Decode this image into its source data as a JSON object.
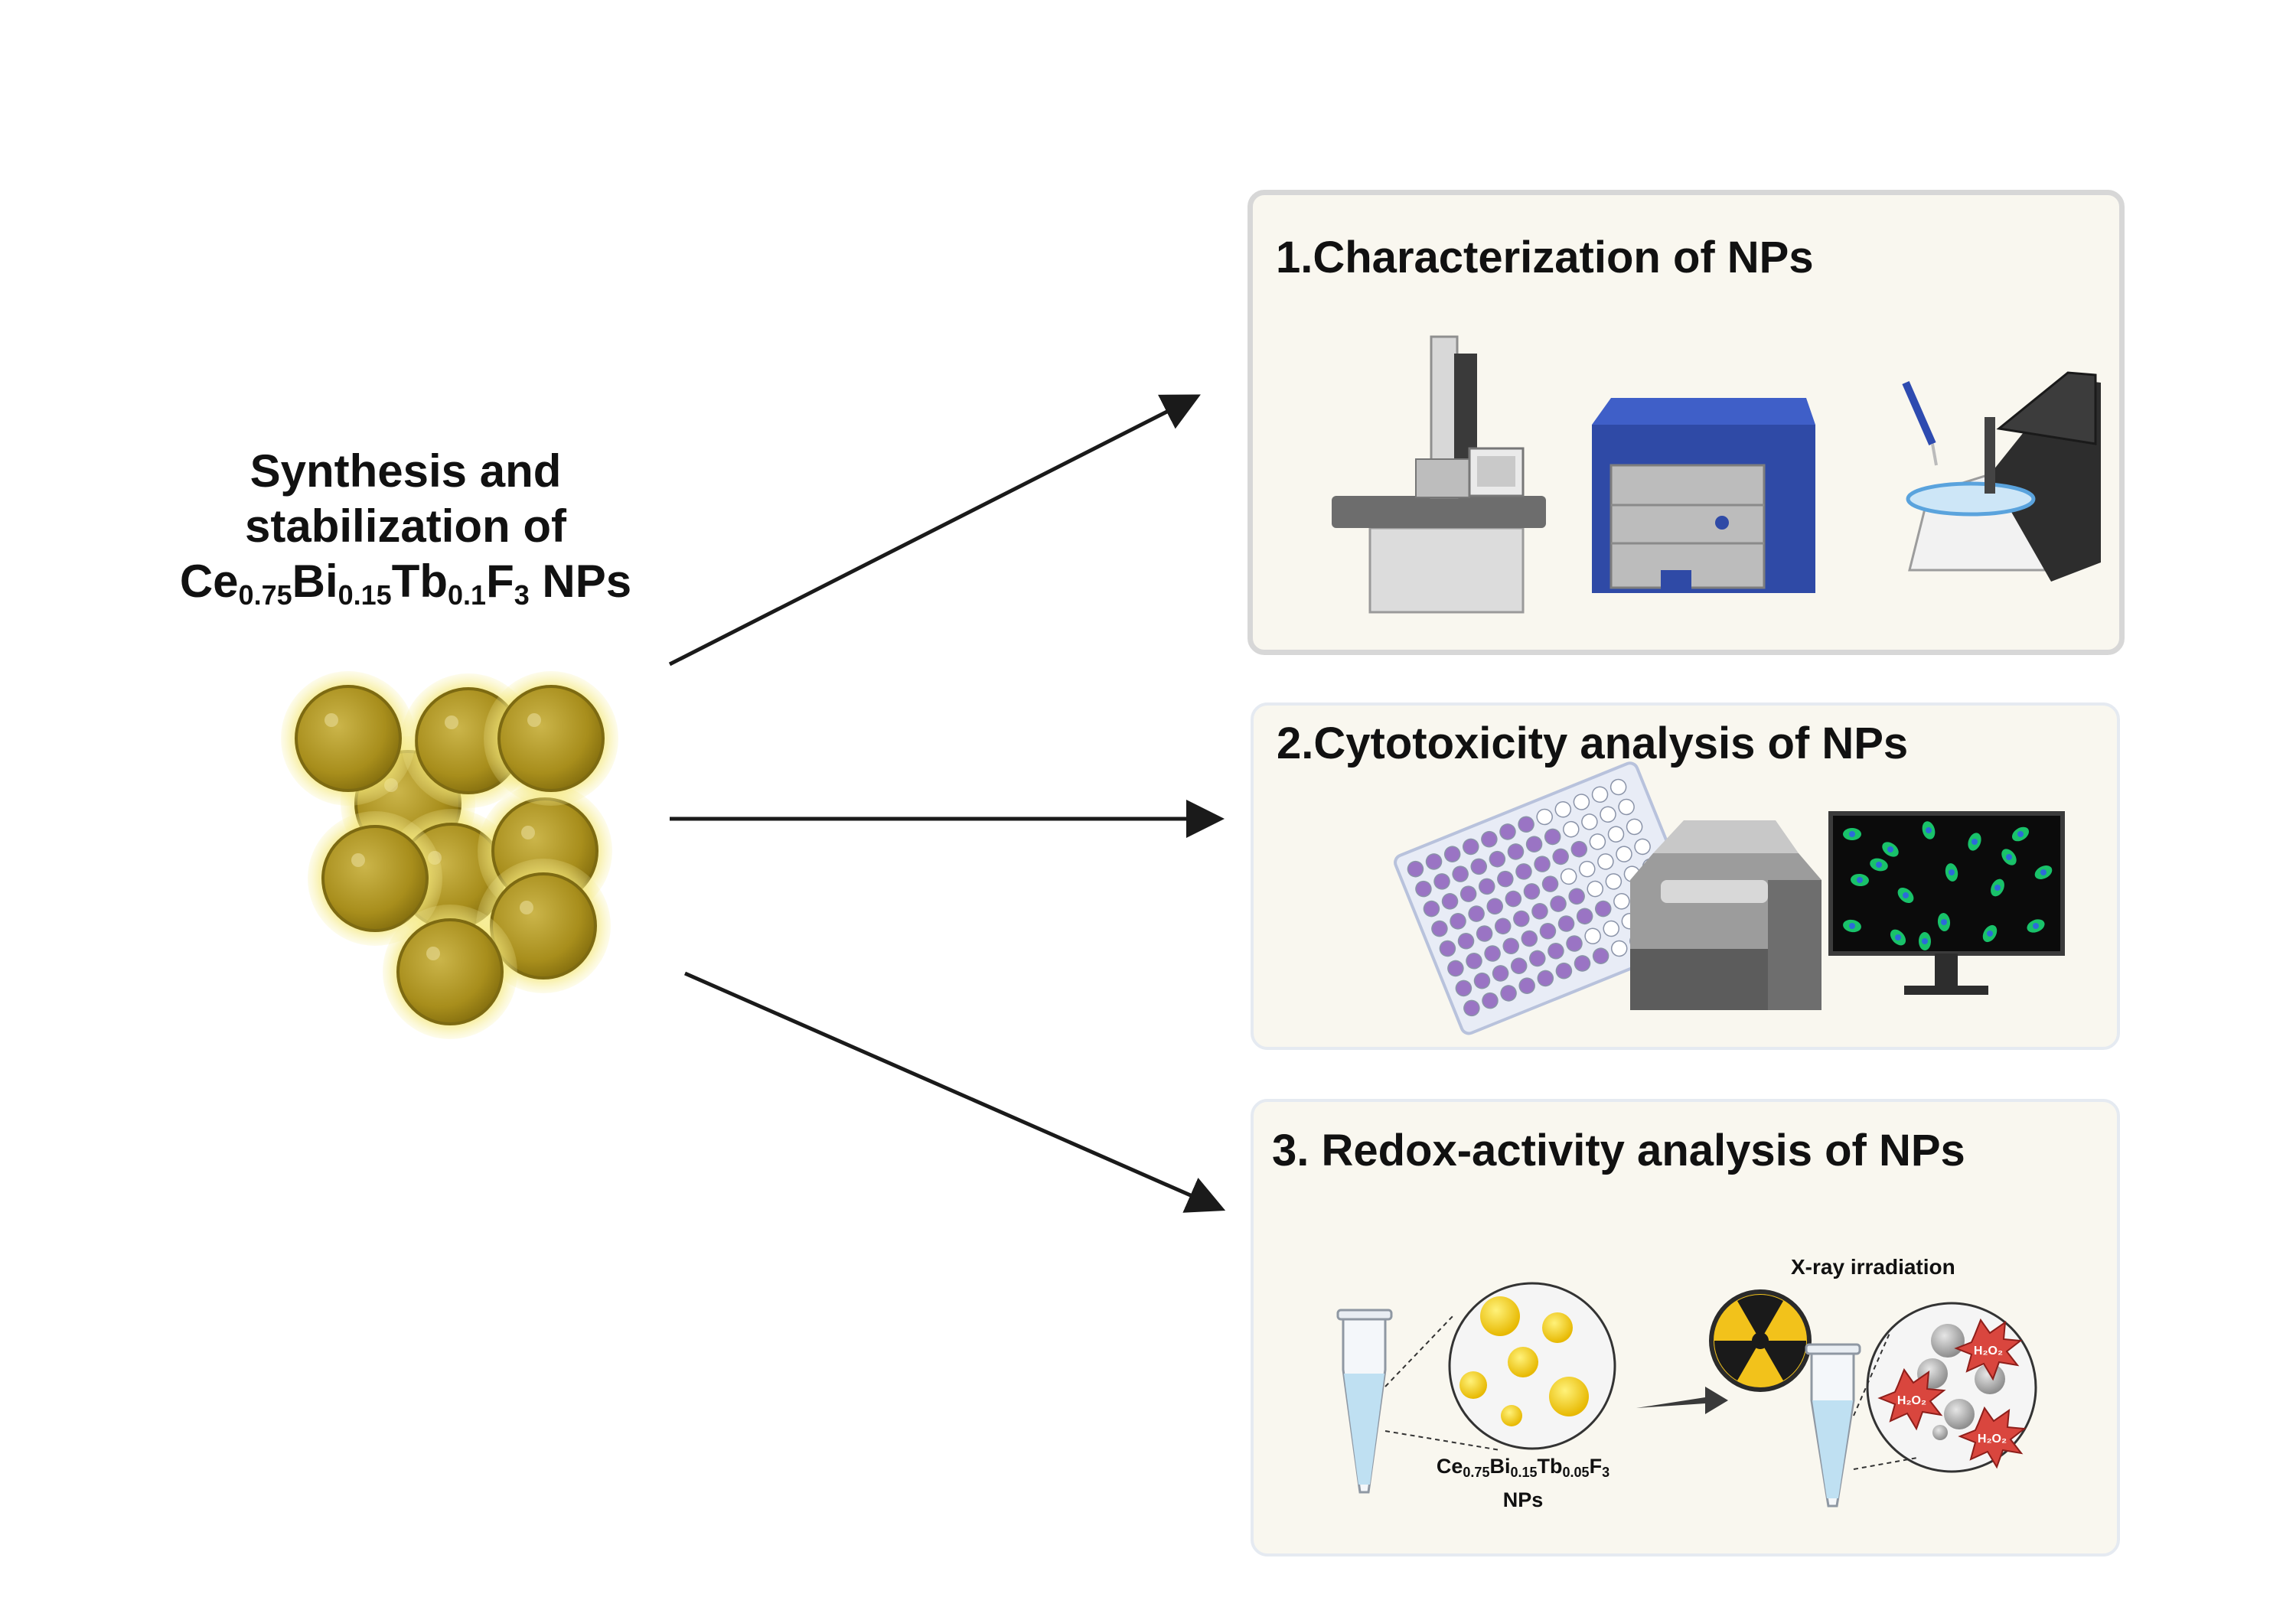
{
  "main_title": {
    "line1": "Synthesis and",
    "line2": "stabilization of",
    "formula": {
      "el1": "Ce",
      "sub1": "0.75",
      "el2": "Bi",
      "sub2": "0.15",
      "el3": "Tb",
      "sub3": "0.1",
      "el4": "F",
      "sub4": "3",
      "suffix": "NPs"
    }
  },
  "panels": [
    {
      "title": "1.Characterization of NPs"
    },
    {
      "title": "2.Cytotoxicity analysis of NPs"
    },
    {
      "title": "3. Redox-activity analysis of NPs"
    }
  ],
  "redox": {
    "xray_label": "X-ray irradiation",
    "h2o2": "H₂O₂",
    "np_formula": {
      "el1": "Ce",
      "sub1": "0.75",
      "el2": "Bi",
      "sub2": "0.15",
      "el3": "Tb",
      "sub3": "0.05",
      "el4": "F",
      "sub4": "3",
      "suffix": "NPs"
    }
  },
  "colors": {
    "nanoparticle": "#b39a1e",
    "glow": "#f3e46a",
    "panel_bg": "#f9f7ef",
    "instrument_blue": "#2f4aa6",
    "plate_purple": "#9a74c4",
    "radiation_yellow": "#f2c21b",
    "peroxide_red": "#d9463e"
  },
  "icons": [
    "electron-microscope-icon",
    "afm-instrument-icon",
    "dls-analyzer-icon",
    "well-plate-icon",
    "plate-reader-icon",
    "fluorescence-monitor-icon",
    "eppendorf-tube-icon",
    "radiation-icon"
  ]
}
